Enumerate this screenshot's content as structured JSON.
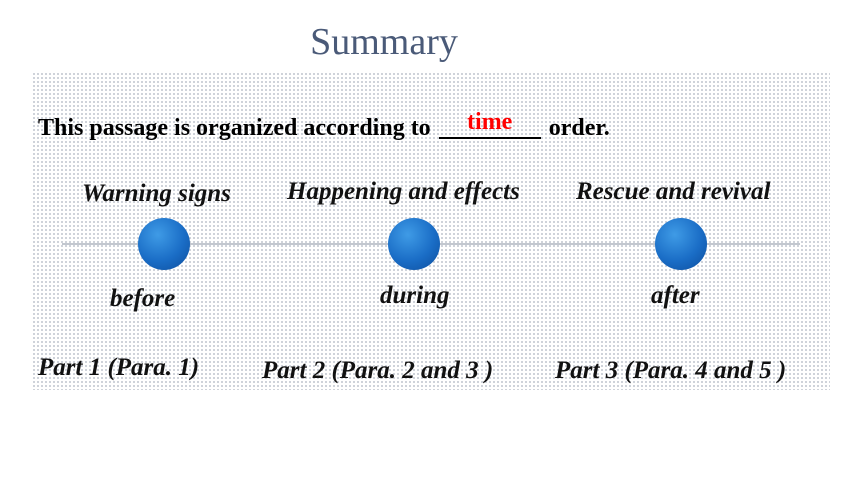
{
  "title": "Summary",
  "sentence": {
    "before": "This passage is organized according to",
    "answer": "time",
    "after": "order."
  },
  "stages": [
    {
      "topic": "Warning signs",
      "time": "before",
      "part": "Part 1 (Para. 1)"
    },
    {
      "topic": "Happening and effects",
      "time": "during",
      "part": "Part 2 (Para. 2 and 3 )"
    },
    {
      "topic": "Rescue and revival",
      "time": "after",
      "part": "Part 3 (Para. 4 and 5 )"
    }
  ],
  "colors": {
    "title": "#4a5a78",
    "answer": "#ff0000",
    "node": "#1a6dc6",
    "timeline": "#c2c7cf"
  }
}
